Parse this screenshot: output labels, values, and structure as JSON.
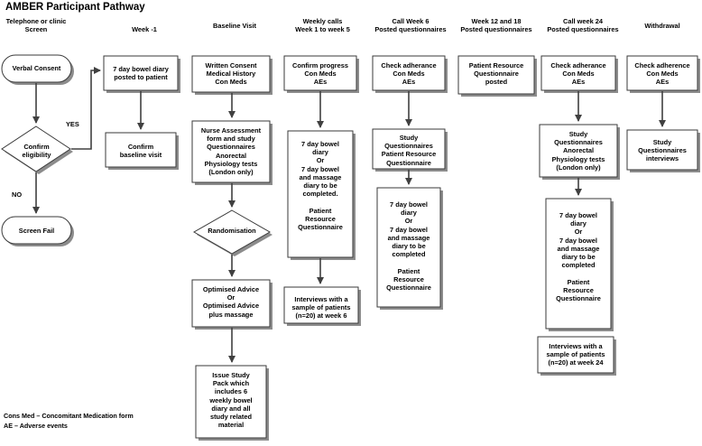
{
  "title": "AMBER Participant Pathway",
  "headers": {
    "screen": "Telephone or clinic\nScreen",
    "week_minus1": "Week -1",
    "baseline": "Baseline Visit",
    "weekly": "Weekly calls\nWeek 1 to week 5",
    "week6": "Call Week 6\nPosted questionnaires",
    "week12": "Week 12 and 18\nPosted questionnaires",
    "week24": "Call week 24\nPosted questionnaires",
    "withdrawal": "Withdrawal"
  },
  "nodes": {
    "verbal_consent": "Verbal Consent",
    "confirm_eligibility": "Confirm\neligibility",
    "screen_fail": "Screen Fail",
    "bowel_diary_posted": "7 day bowel diary\nposted to patient",
    "confirm_baseline": "Confirm\nbaseline visit",
    "written_consent": "Written Consent\nMedical History\nCon Meds",
    "nurse_assessment": "Nurse Assessment\nform and study\nQuestionnaires\nAnorectal\nPhysiology tests\n(London only)",
    "randomisation": "Randomisation",
    "optimised_advice": "Optimised Advice\nOr\nOptimised Advice\nplus massage",
    "issue_pack": "Issue Study\nPack which\nincludes 6\nweekly bowel\ndiary and all\nstudy related\nmaterial",
    "confirm_progress": "Confirm progress\nCon Meds\nAEs",
    "weekly_diary": "7 day bowel\ndiary\nOr\n7 day bowel\nand massage\ndiary to  be\ncompleted.\n\nPatient\nResource\nQuestionnaire",
    "interviews_w6": "Interviews with a\nsample of patients\n(n=20) at week 6",
    "check_adherence_w6": "Check adherance\nCon Meds\nAEs",
    "study_q_w6": "Study\nQuestionnaires\nPatient Resource\nQuestionnaire",
    "diary_w6": "7 day bowel\ndiary\nOr\n7 day bowel\nand massage\ndiary to be\ncompleted\n\nPatient\nResource\nQuestionnaire",
    "resource_q_posted": "Patient Resource\nQuestionnaire\nposted",
    "check_adherence_w24": "Check adherance\nCon Meds\nAEs",
    "study_q_w24": "Study\nQuestionnaires\nAnorectal\nPhysiology tests\n(London only)",
    "diary_w24": "7 day bowel\ndiary\nOr\n7 day bowel\nand massage\ndiary to be\ncompleted\n\nPatient\nResource\nQuestionnaire",
    "interviews_w24": "Interviews with a\nsample of patients\n(n=20) at week 24",
    "check_adherence_wd": "Check adherence\nCon Meds\nAEs",
    "study_q_wd": "Study\nQuestionnaires\ninterviews"
  },
  "labels": {
    "yes": "YES",
    "no": "NO"
  },
  "legend": {
    "line1": "Cons Med – Concomitant Medication form",
    "line2": "AE – Adverse events"
  }
}
